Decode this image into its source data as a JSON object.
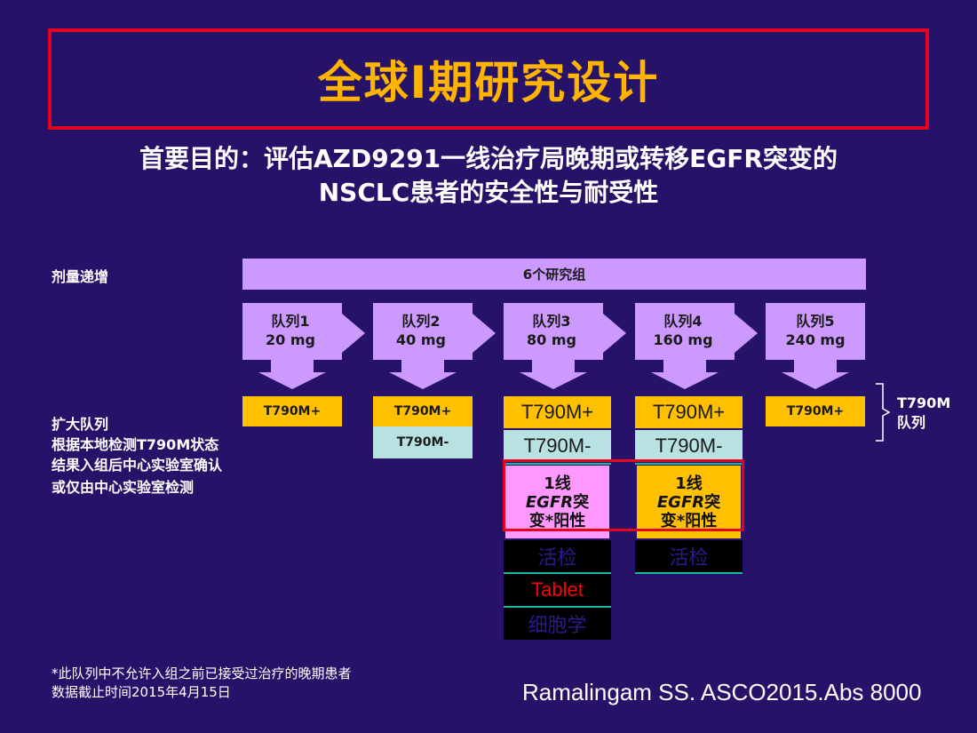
{
  "title": "全球I期研究设计",
  "objective": {
    "line1": "首要目的：评估AZD9291一线治疗局晚期或转移EGFR突变的",
    "line2": "NSCLC患者的安全性与耐受性"
  },
  "labels": {
    "dose_escalation": "剂量递增",
    "expansion": [
      "扩大队列",
      "根据本地检测T790M状态",
      "结果入组后中心实验室确认",
      "或仅由中心实验室检测"
    ],
    "t790m_cohort": [
      "T790M",
      "队列"
    ]
  },
  "groups_bar": "6个研究组",
  "cohorts": [
    {
      "name": "队列1",
      "dose": "20 mg"
    },
    {
      "name": "队列2",
      "dose": "40 mg"
    },
    {
      "name": "队列3",
      "dose": "80 mg"
    },
    {
      "name": "队列4",
      "dose": "160 mg"
    },
    {
      "name": "队列5",
      "dose": "240 mg"
    }
  ],
  "status": {
    "positive": "T790M+",
    "negative": "T790M-"
  },
  "first_line": {
    "line1": "1线",
    "egfr": "EGFR",
    "suffix": "突",
    "line3": "变*阳性"
  },
  "cohort3_extra": [
    "活检",
    "Tablet",
    "细胞学"
  ],
  "cohort4_extra": [
    "活检"
  ],
  "colors": {
    "background": "#27126a",
    "title": "#ffb400",
    "frame": "#e8001f",
    "arrow": "#cc99ff",
    "positive": "#ffc000",
    "negative": "#b8e2e2",
    "first_line_pink": "#ff99ff"
  },
  "footnote": [
    "*此队列中不允许入组之前已接受过治疗的晚期患者",
    "数据截止时间2015年4月15日"
  ],
  "citation": "Ramalingam SS. ASCO2015.Abs 8000"
}
